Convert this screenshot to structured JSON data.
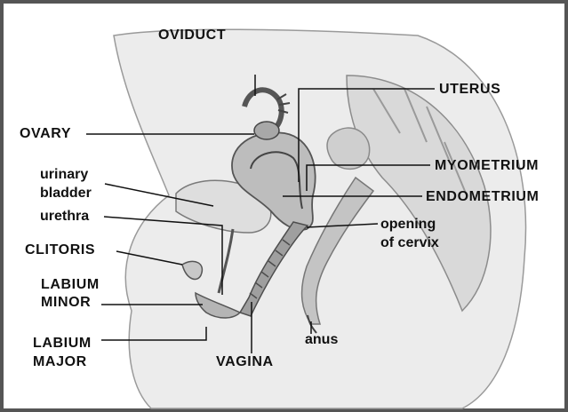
{
  "diagram": {
    "labels": {
      "oviduct": "OVIDUCT",
      "ovary": "OVARY",
      "urinary_bladder_line1": "urinary",
      "urinary_bladder_line2": "bladder",
      "urethra": "urethra",
      "clitoris": "CLITORIS",
      "labium_minor_line1": "LABIUM",
      "labium_minor_line2": "MINOR",
      "labium_major_line1": "LABIUM",
      "labium_major_line2": "MAJOR",
      "vagina": "VAGINA",
      "anus": "anus",
      "uterus": "UTERUS",
      "myometrium": "MYOMETRIUM",
      "endometrium": "ENDOMETRIUM",
      "opening_of_cervix_line1": "opening",
      "opening_of_cervix_line2": "of cervix"
    },
    "colors": {
      "frame": "#555555",
      "ink": "#111111",
      "tissue_light": "#e6e6e6",
      "tissue_mid": "#bdbdbd",
      "tissue_dark": "#6a6a6a"
    }
  }
}
